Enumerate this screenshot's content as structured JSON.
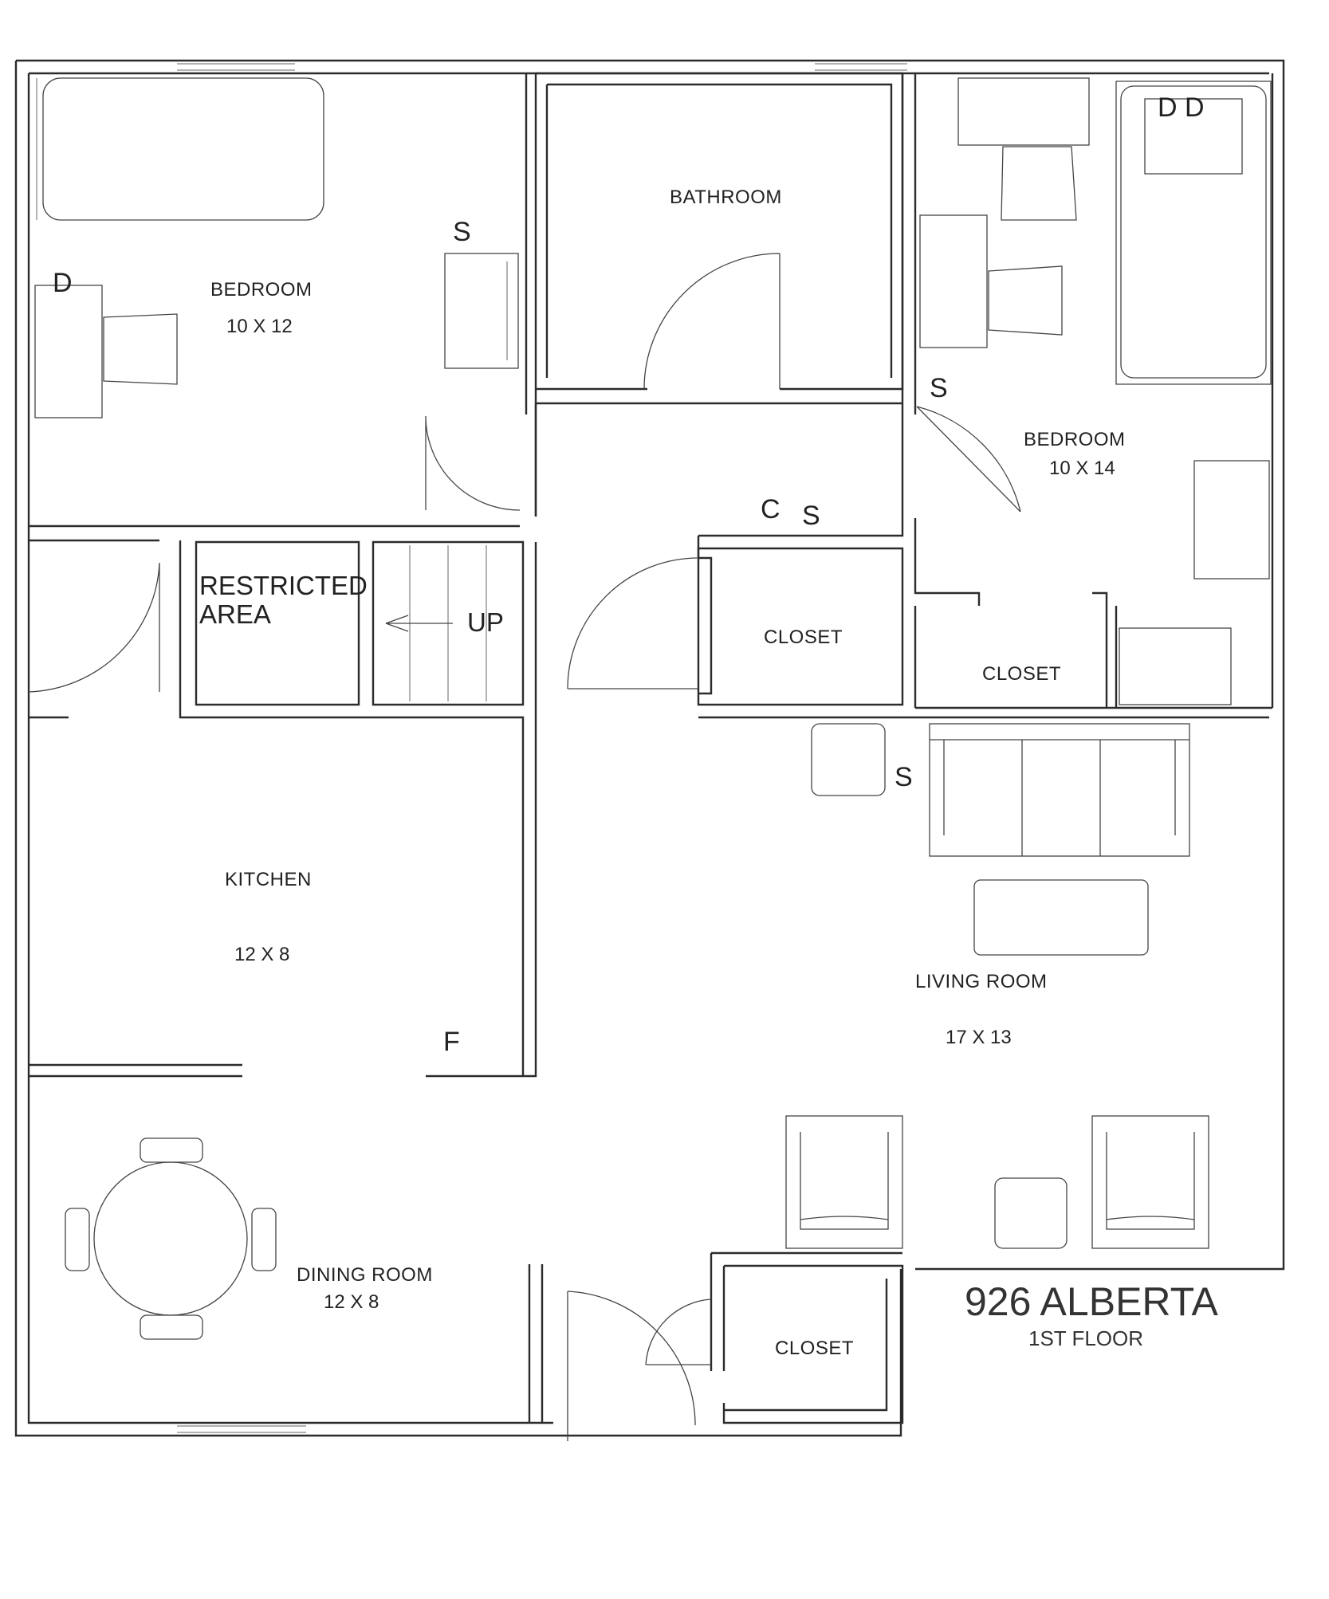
{
  "title": "926 ALBERTA",
  "subtitle": "1ST FLOOR",
  "rooms": {
    "bedroom_left": {
      "name": "BEDROOM",
      "size": "10 X 12"
    },
    "bathroom": {
      "name": "BATHROOM"
    },
    "bedroom_right": {
      "name": "BEDROOM",
      "size": "10 X 14"
    },
    "restricted": {
      "line1": "RESTRICTED",
      "line2": "AREA"
    },
    "stairs": {
      "label": "UP"
    },
    "closet_center": {
      "name": "CLOSET"
    },
    "closet_right": {
      "name": "CLOSET"
    },
    "kitchen": {
      "name": "KITCHEN",
      "size": "12 X 8"
    },
    "living": {
      "name": "LIVING ROOM",
      "size": "17 X 13"
    },
    "dining": {
      "name": "DINING ROOM",
      "size": "12 X 8"
    },
    "closet_bottom": {
      "name": "CLOSET"
    }
  },
  "markers": {
    "s_left_bedroom": "S",
    "d_left_bedroom": "D",
    "dd_right_bedroom": "D D",
    "s_right_bedroom": "S",
    "c_hall": "C",
    "s_hall": "S",
    "s_living": "S",
    "f_kitchen": "F"
  }
}
